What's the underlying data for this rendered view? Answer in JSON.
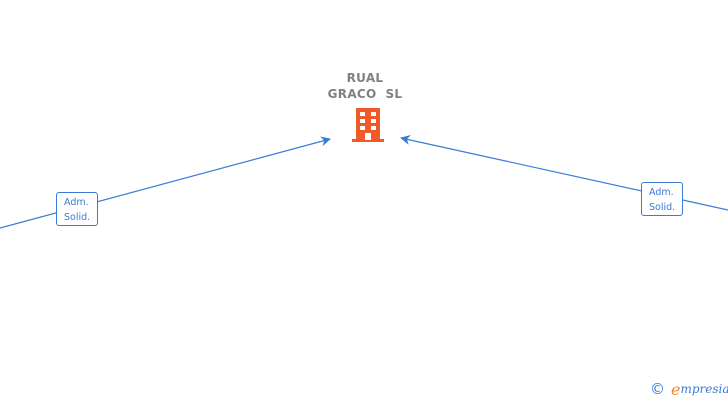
{
  "company": {
    "name_line1": "RUAL",
    "name_line2": "GRACO  SL",
    "icon": "building-icon",
    "icon_color": "#f05a28"
  },
  "edges": [
    {
      "label_line1": "Adm.",
      "label_line2": "Solid."
    },
    {
      "label_line1": "Adm.",
      "label_line2": "Solid."
    }
  ],
  "edge_color": "#3a7bd5",
  "brand": {
    "copyright_symbol": "©",
    "first_letter": "e",
    "rest": "mpresia",
    "first_letter_color": "#f0852d",
    "text_color": "#3a7bd5"
  }
}
